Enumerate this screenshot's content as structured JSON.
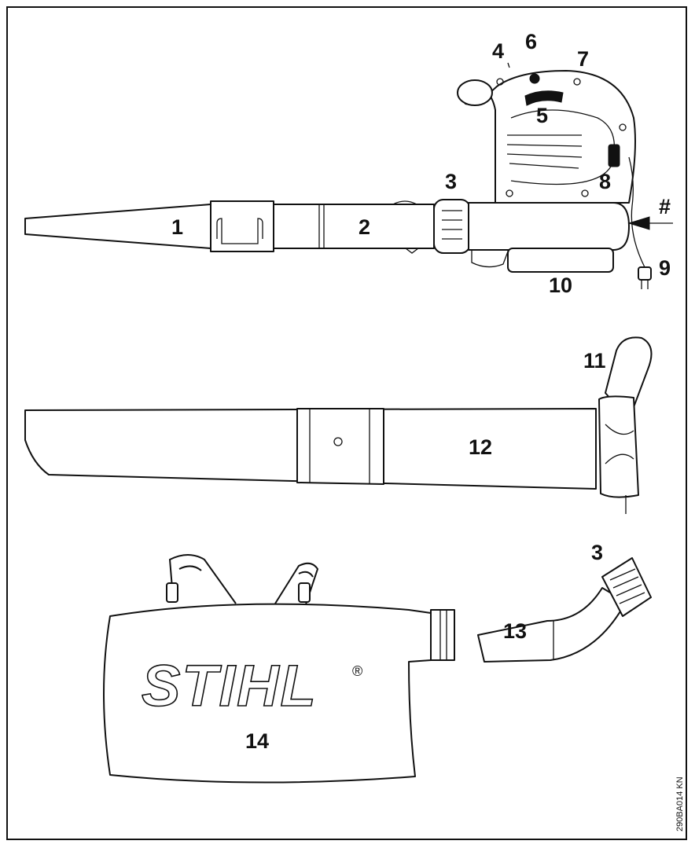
{
  "labels": {
    "l1": "1",
    "l2": "2",
    "l3": "3",
    "l4": "4",
    "l5": "5",
    "l6": "6",
    "l7": "7",
    "l8": "8",
    "l9": "9",
    "l10": "10",
    "l11": "11",
    "l12": "12",
    "l3b": "3",
    "l13": "13",
    "l14": "14",
    "hash": "#"
  },
  "brand": {
    "logo": "STIHL",
    "registered": "®"
  },
  "figure_code": "290BA014 KN"
}
